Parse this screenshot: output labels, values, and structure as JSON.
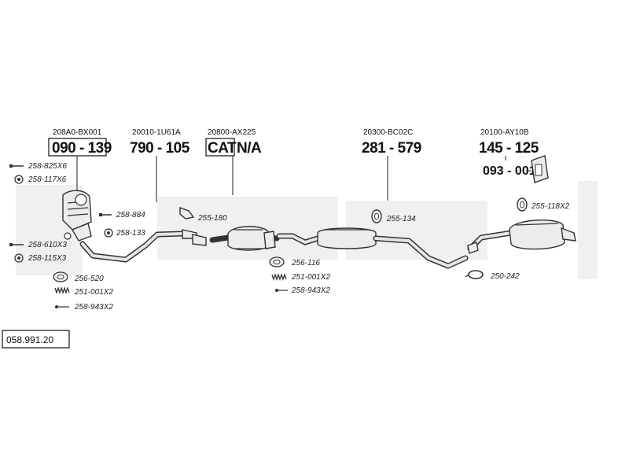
{
  "diagram": {
    "reference": "058.991.20",
    "main_parts": [
      {
        "oem": "208A0-BX001",
        "number": "090 - 139",
        "boxed": true
      },
      {
        "oem": "20010-1U61A",
        "number": "790 - 105",
        "boxed": false
      },
      {
        "oem": "20800-AX225",
        "number_boxed": "CAT",
        "number_rest": "N/A"
      },
      {
        "oem": "20300-BC02C",
        "number": "281 - 579",
        "boxed": false
      },
      {
        "oem": "20100-AY10B",
        "number": "145 - 125",
        "boxed": false
      }
    ],
    "sub_part": {
      "number": "093 - 001"
    },
    "accessories": [
      "258-825X6",
      "258-117X6",
      "258-884",
      "258-133",
      "258-610X3",
      "258-115X3",
      "256-520",
      "251-001X2",
      "258-943X2",
      "255-180",
      "256-116",
      "251-001X2",
      "258-943X2",
      "255-134",
      "255-118X2",
      "250-242"
    ],
    "colors": {
      "line": "#333333",
      "part_fill": "#ececec",
      "watermark": "#efefef"
    }
  }
}
